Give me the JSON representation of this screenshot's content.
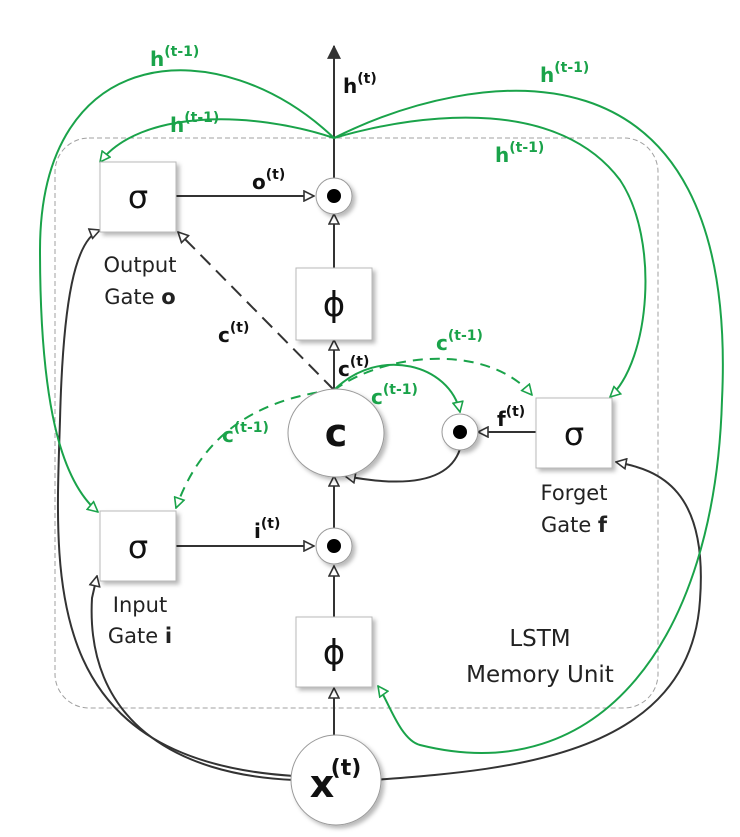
{
  "unit_title_line1": "LSTM",
  "unit_title_line2": "Memory Unit",
  "gates": {
    "output": {
      "symbol": "σ",
      "caption_line1": "Output",
      "caption_word": "Gate",
      "caption_letter": "o"
    },
    "input": {
      "symbol": "σ",
      "caption_line1": "Input",
      "caption_word": "Gate",
      "caption_letter": "i"
    },
    "forget": {
      "symbol": "σ",
      "caption_line1": "Forget",
      "caption_word": "Gate",
      "caption_letter": "f"
    }
  },
  "phi_symbol": "ϕ",
  "cell_symbol": "c",
  "input_node": {
    "base": "x",
    "sup": "(t)"
  },
  "labels": {
    "h_t": {
      "base": "h",
      "sup": "(t)"
    },
    "o_t": {
      "base": "o",
      "sup": "(t)"
    },
    "c_t_left": {
      "base": "c",
      "sup": "(t)"
    },
    "c_t_center": {
      "base": "c",
      "sup": "(t)"
    },
    "f_t": {
      "base": "f",
      "sup": "(t)"
    },
    "i_t": {
      "base": "i",
      "sup": "(t)"
    },
    "h_prev_1": {
      "base": "h",
      "sup": "(t-1)"
    },
    "h_prev_2": {
      "base": "h",
      "sup": "(t-1)"
    },
    "h_prev_3": {
      "base": "h",
      "sup": "(t-1)"
    },
    "h_prev_4": {
      "base": "h",
      "sup": "(t-1)"
    },
    "c_prev_top": {
      "base": "c",
      "sup": "(t-1)"
    },
    "c_prev_mid": {
      "base": "c",
      "sup": "(t-1)"
    },
    "c_prev_left": {
      "base": "c",
      "sup": "(t-1)"
    }
  }
}
